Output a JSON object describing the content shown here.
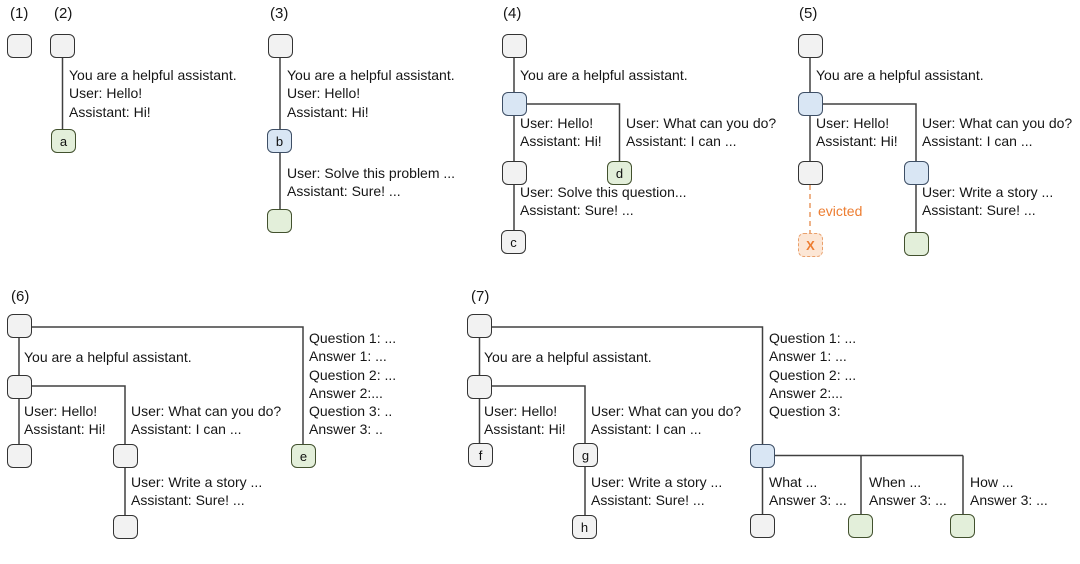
{
  "figure": {
    "kind": "radix-tree-cache-evolution-diagram",
    "colors": {
      "node_default_fill": "#f2f2f2",
      "node_blue_fill": "#d9e6f4",
      "node_green_fill": "#e3efda",
      "node_evicted_fill": "#fce6d5",
      "evicted_accent": "#ed7d31",
      "edge_line": "#404040",
      "text": "#161616"
    }
  },
  "panels": {
    "p1": {
      "label": "(1)"
    },
    "p2": {
      "label": "(2)",
      "edge_system": "You are a helpful assistant.\nUser: Hello!\nAssistant: Hi!",
      "node_a": "a"
    },
    "p3": {
      "label": "(3)",
      "edge_system": "You are a helpful assistant.\nUser: Hello!\nAssistant: Hi!",
      "node_b": "b",
      "edge_solve": "User: Solve this problem ...\nAssistant: Sure! ..."
    },
    "p4": {
      "label": "(4)",
      "edge_system": "You are a helpful assistant.",
      "edge_hello": "User: Hello!\nAssistant: Hi!",
      "edge_what": "User: What can you do?\nAssistant: I can ...",
      "edge_solve": "User: Solve this question...\nAssistant: Sure! ...",
      "node_c": "c",
      "node_d": "d"
    },
    "p5": {
      "label": "(5)",
      "edge_system": "You are a helpful assistant.",
      "edge_hello": "User: Hello!\nAssistant: Hi!",
      "edge_what": "User: What can you do?\nAssistant: I can ...",
      "edge_story": "User: Write a story ...\nAssistant: Sure! ...",
      "evicted_label": "evicted",
      "evicted_x": "X"
    },
    "p6": {
      "label": "(6)",
      "edge_system": "You are a helpful assistant.",
      "edge_hello": "User: Hello!\nAssistant: Hi!",
      "edge_what": "User: What can you do?\nAssistant: I can ...",
      "edge_story": "User: Write a story ...\nAssistant: Sure! ...",
      "edge_questions": "Question 1: ...\nAnswer 1: ...\nQuestion 2: ...\nAnswer 2:...\nQuestion 3: ..\nAnswer 3: ..",
      "node_e": "e"
    },
    "p7": {
      "label": "(7)",
      "edge_system": "You are a helpful assistant.",
      "edge_hello": "User: Hello!\nAssistant: Hi!",
      "edge_what": "User: What can you do?\nAssistant: I can ...",
      "edge_story": "User: Write a story ...\nAssistant: Sure! ...",
      "edge_questions": "Question 1: ...\nAnswer 1: ...\nQuestion 2: ...\nAnswer 2:...\nQuestion 3:",
      "node_f": "f",
      "node_g": "g",
      "node_h": "h",
      "edge_what3": "What ...\nAnswer 3: ...",
      "edge_when3": "When ...\nAnswer 3: ...",
      "edge_how3": "How ...\nAnswer 3: ..."
    }
  }
}
